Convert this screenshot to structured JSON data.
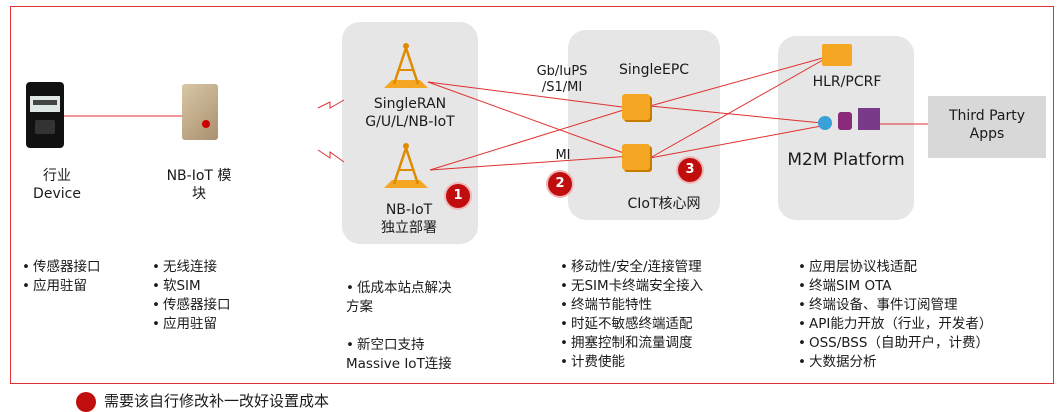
{
  "device": {
    "label": "行业\nDevice",
    "bullets": [
      "传感器接口",
      "应用驻留"
    ]
  },
  "module": {
    "label": "NB-IoT 模\n块",
    "bullets": [
      "无线连接",
      "软SIM",
      "传感器接口",
      "应用驻留"
    ]
  },
  "ran": {
    "single_label": "SingleRAN\nG/U/L/NB-IoT",
    "nb_label": "NB-IoT\n独立部署",
    "bullets": [
      "低成本站点解决\n方案",
      "新空口支持\nMassive IoT连接"
    ]
  },
  "core": {
    "epc_label": "SingleEPC",
    "iface_top": "Gb/IuPS\n/S1/MI",
    "iface_mi": "MI",
    "ciot_label": "CIoT核心网",
    "bullets": [
      "移动性/安全/连接管理",
      "无SIM卡终端安全接入",
      "终端节能特性",
      "时延不敏感终端适配",
      "拥塞控制和流量调度",
      "计费使能"
    ]
  },
  "platform": {
    "hlr_label": "HLR/PCRF",
    "m2m_label": "M2M Platform",
    "bullets": [
      "应用层协议栈适配",
      "终端SIM OTA",
      "终端设备、事件订阅管理",
      "API能力开放（行业，开发者）",
      "OSS/BSS（自助开户，计费）",
      "大数据分析"
    ]
  },
  "third_party": {
    "label": "Third Party\nApps"
  },
  "badges": [
    "1",
    "2",
    "3"
  ],
  "footer": {
    "note": "需要该自行修改补一改好设置成本"
  },
  "colors": {
    "frame": "#dd3333",
    "link": "#e03030",
    "badge": "#c00d0d",
    "panel": "#e6e6e6",
    "icon": "#f5a623"
  }
}
